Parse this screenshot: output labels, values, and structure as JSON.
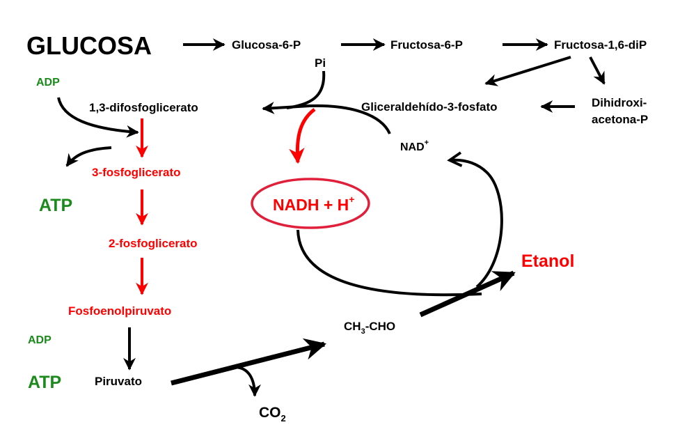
{
  "colors": {
    "black": "#000000",
    "red": "#ff0000",
    "green": "#1a8a1a",
    "ellipse": "#e0203a"
  },
  "nodes": {
    "glucosa": "GLUCOSA",
    "glucosa6p": "Glucosa-6-P",
    "fructosa6p": "Fructosa-6-P",
    "fructosa16dip": "Fructosa-1,6-diP",
    "pi": "Pi",
    "gliceraldehido": "Gliceraldehído-3-fosfato",
    "dihidroxi_line1": "Dihidroxi-",
    "dihidroxi_line2": "acetona-P",
    "difosfoglicerato": "1,3-difosfoglicerato",
    "fosfoglicerato3": "3-fosfoglicerato",
    "fosfoglicerato2": "2-fosfoglicerato",
    "fosfoenolpiruvato": "Fosfoenolpiruvato",
    "piruvato": "Piruvato",
    "acetaldehido_a": "CH",
    "acetaldehido_sub": "3",
    "acetaldehido_b": "-CHO",
    "etanol": "Etanol",
    "co2_main": "CO",
    "co2_sub": "2",
    "nad_main": "NAD",
    "nad_sup": "+",
    "nadh_main": "NADH + H",
    "nadh_sup": "+"
  },
  "energy": {
    "adp_top": "ADP",
    "atp_top": "ATP",
    "adp_bottom": "ADP",
    "atp_bottom": "ATP"
  }
}
